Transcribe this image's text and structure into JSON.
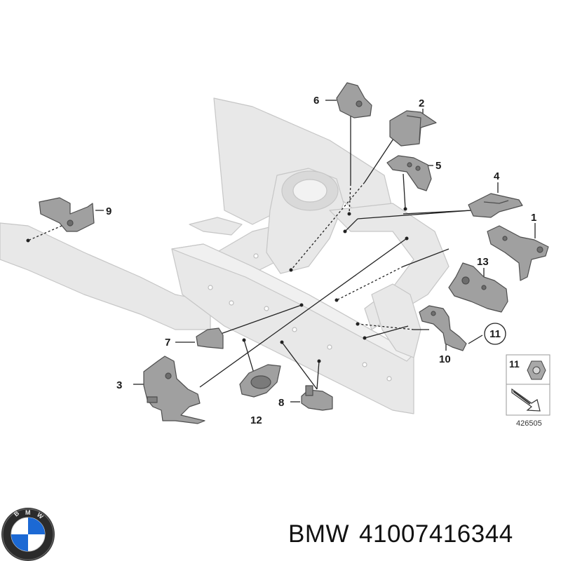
{
  "callouts": {
    "c1": "1",
    "c2": "2",
    "c3": "3",
    "c4": "4",
    "c5": "5",
    "c6": "6",
    "c7": "7",
    "c8": "8",
    "c9": "9",
    "c10": "10",
    "c11": "11",
    "c12": "12",
    "c13": "13"
  },
  "legend": {
    "part_number": "11",
    "reference": "426505",
    "part_icon": "hex-nut-icon",
    "arrow_icon": "arrow-icon"
  },
  "footer": {
    "brand": "BMW",
    "part_number": "41007416344",
    "logo": "bmw-roundel-logo"
  },
  "colors": {
    "frame_fill": "#e6e6e6",
    "frame_stroke": "#c4c4c4",
    "part_fill": "#9a9a9a",
    "part_stroke": "#555555",
    "line": "#222222"
  }
}
